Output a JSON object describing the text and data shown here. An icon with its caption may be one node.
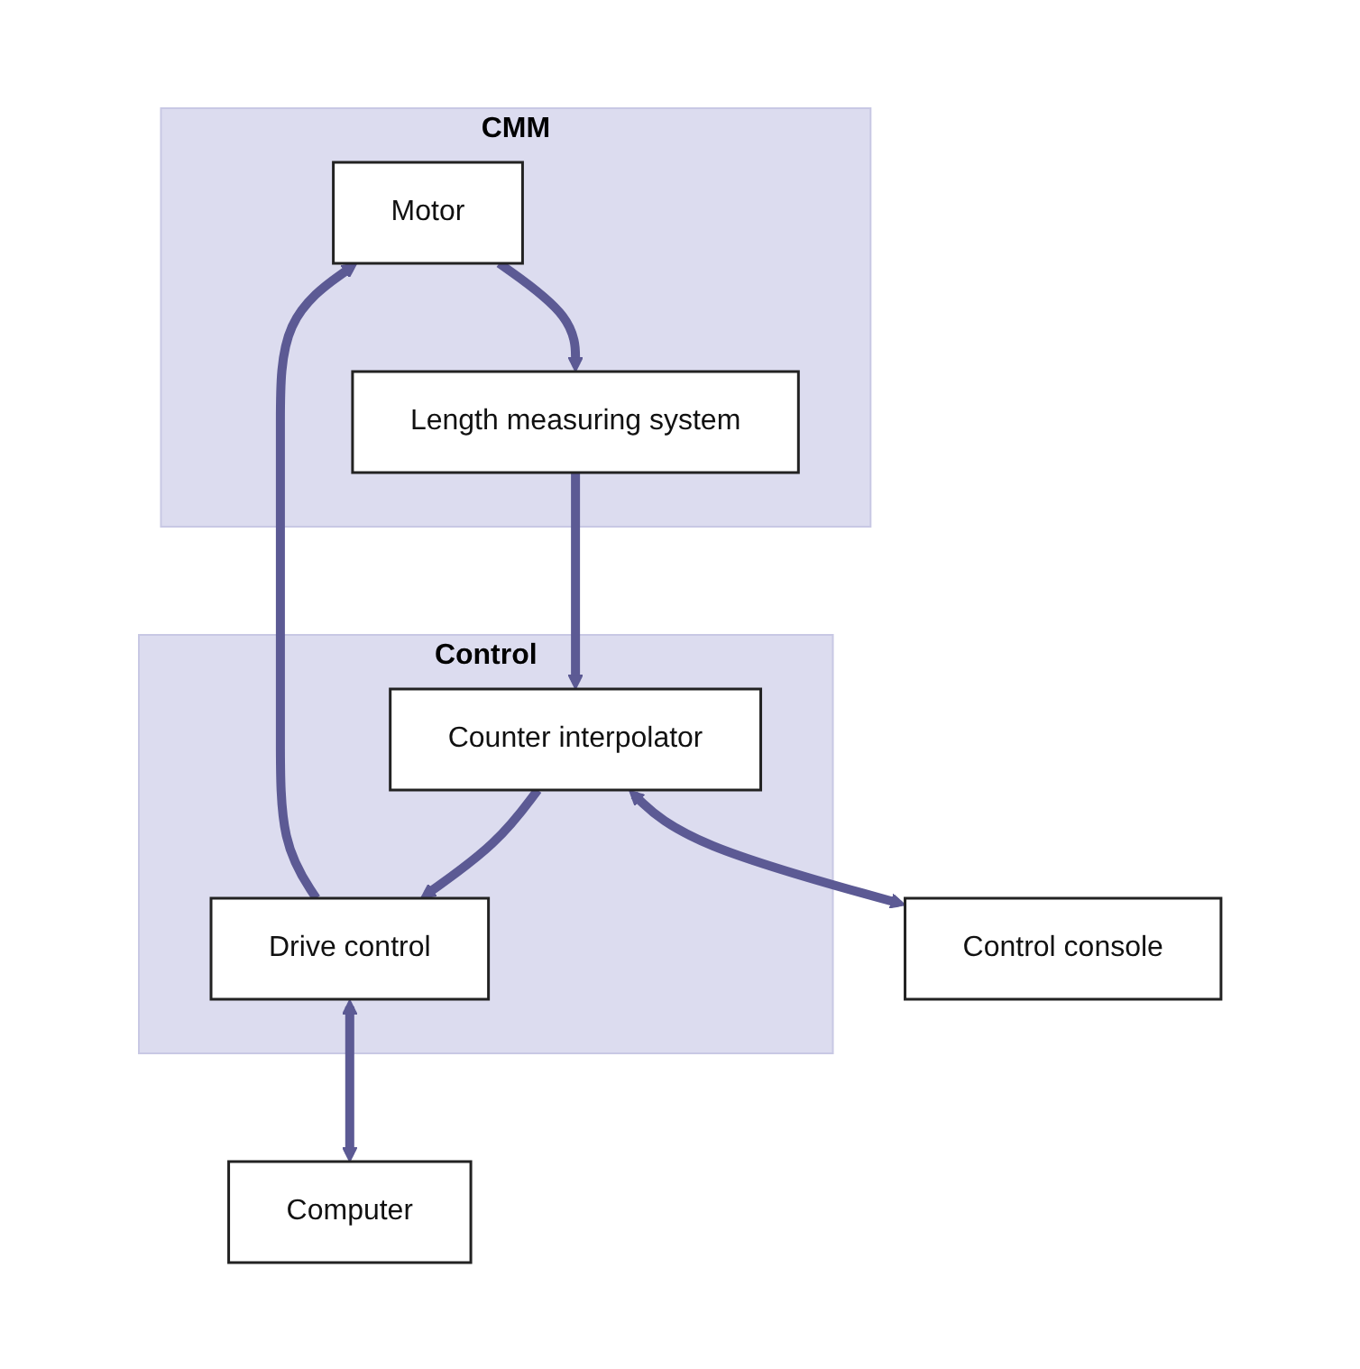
{
  "diagram": {
    "nodes": [
      {
        "text": [
          "CMM"
        ]
      },
      {
        "text": [
          "Motor"
        ],
        "in": 0
      },
      {
        "text": [
          "Length measuring system"
        ],
        "in": 0
      },
      {
        "text": [
          "Control"
        ]
      },
      {
        "text": [
          "Drive control"
        ],
        "in": 3
      },
      {
        "text": [
          "Counter interpolator"
        ],
        "in": 3
      },
      {
        "text": [
          "Computer"
        ]
      },
      {
        "text": [
          "Control console"
        ]
      }
    ],
    "edges": [
      {
        "from": 1,
        "to": 2,
        "arrow": "to"
      },
      {
        "from": 2,
        "to": 5,
        "arrow": "to"
      },
      {
        "from": 5,
        "to": 4,
        "arrow": "to"
      },
      {
        "from": 4,
        "to": 1,
        "arrow": "to"
      },
      {
        "from": 4,
        "to": 6,
        "arrow": "both"
      },
      {
        "from": 5,
        "to": 7,
        "arrow": "both"
      }
    ]
  }
}
